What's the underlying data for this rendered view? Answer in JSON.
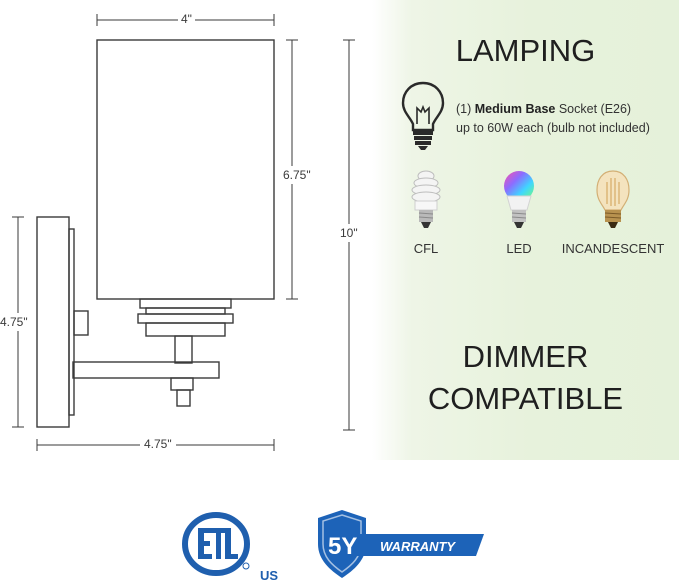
{
  "dimensions": {
    "shade_width": "4\"",
    "shade_height": "6.75\"",
    "total_height": "10\"",
    "backplate_height": "4.75\"",
    "extension": "4.75\""
  },
  "lamping": {
    "title": "LAMPING",
    "socket_count": "(1)",
    "socket_type": "Medium Base",
    "socket_suffix": "Socket (E26)",
    "wattage": "up to 60W each (bulb not included)",
    "bulbs": [
      {
        "label": "CFL",
        "icon": "cfl-bulb-icon"
      },
      {
        "label": "LED",
        "icon": "led-bulb-icon"
      },
      {
        "label": "INCANDESCENT",
        "icon": "incandescent-bulb-icon"
      }
    ]
  },
  "dimmer": {
    "line1": "DIMMER",
    "line2": "COMPATIBLE"
  },
  "certifications": {
    "etl_mark": "ETL",
    "etl_country": "US",
    "warranty_years": "5Y",
    "warranty_label": "WARRANTY"
  },
  "colors": {
    "line": "#3a3a3a",
    "etl_blue": "#1f5fae",
    "warranty_blue": "#1d63b8",
    "panel_green": "#e5f1da"
  }
}
